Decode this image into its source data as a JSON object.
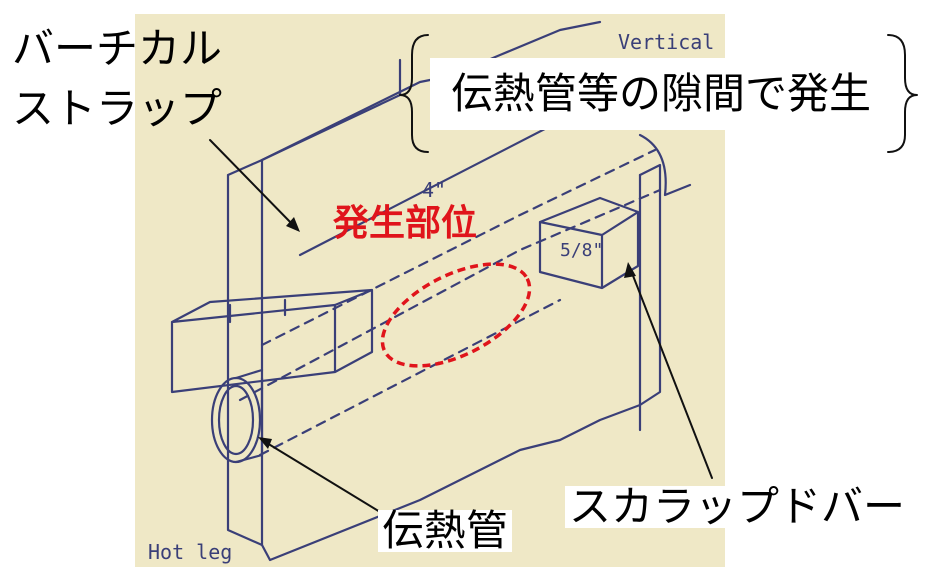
{
  "labels": {
    "vertical_strap": "バーチカル\nストラップ",
    "gap_note": "伝熱管等の隙間で発生",
    "location": "発生部位",
    "tube": "伝熱管",
    "scalloped_bar": "スカラップドバー",
    "drawing_vertical": "Vertical",
    "drawing_hot_leg": "Hot leg",
    "drawing_dim_4": "4\"",
    "drawing_dim_58": "5/8\""
  },
  "colors": {
    "paper": "#efe8c6",
    "ink": "#3a3f78",
    "highlight": "#e0141b"
  }
}
